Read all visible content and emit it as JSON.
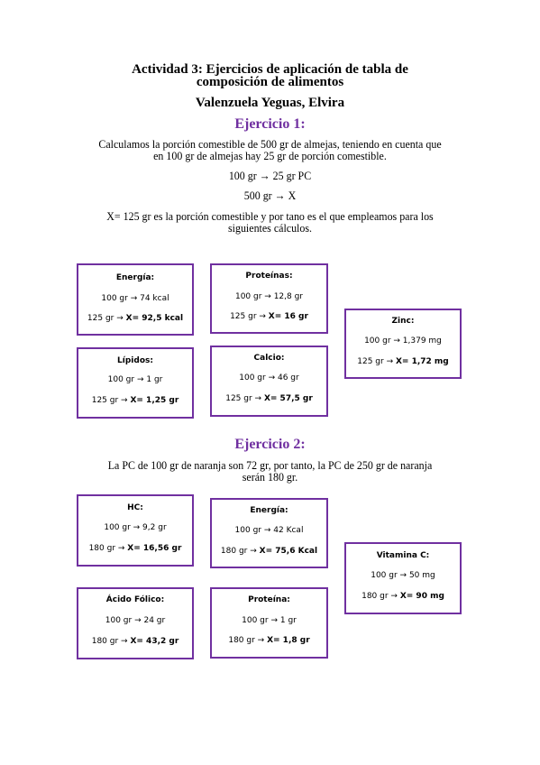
{
  "doc": {
    "title_line1": "Actividad 3: Ejercicios de aplicación de tabla de",
    "title_line2": "composición de alimentos",
    "author": "Valenzuela Yeguas, Elvira"
  },
  "ex1": {
    "heading": "Ejercicio 1:",
    "p1_line1": "Calculamos la porción comestible de 500 gr de almejas, teniendo en cuenta que",
    "p1_line2": "en 100 gr de almejas hay 25 gr de porción comestible.",
    "eq1": "100 gr → 25 gr PC",
    "eq2": "500 gr → X",
    "p2_line1": "X= 125 gr es la porción comestible y por tano es el que empleamos para los",
    "p2_line2": "siguientes cálculos.",
    "boxes": [
      {
        "title": "Energía:",
        "line1": "100 gr → 74 kcal",
        "line2_prefix": "125 gr → ",
        "line2_bold": "X= 92,5 kcal"
      },
      {
        "title": "Proteínas:",
        "line1": "100 gr → 12,8 gr",
        "line2_prefix": "125 gr → ",
        "line2_bold": "X= 16 gr"
      },
      {
        "title": "Zinc:",
        "line1": "100 gr → 1,379 mg",
        "line2_prefix": "125 gr → ",
        "line2_bold": "X= 1,72 mg"
      },
      {
        "title": "Lípidos:",
        "line1": "100 gr → 1 gr",
        "line2_prefix": "125 gr → ",
        "line2_bold": "X= 1,25 gr"
      },
      {
        "title": "Calcio:",
        "line1": "100 gr → 46 gr",
        "line2_prefix": "125 gr → ",
        "line2_bold": "X= 57,5 gr"
      }
    ]
  },
  "ex2": {
    "heading": "Ejercicio 2:",
    "p1_line1": "La PC de 100 gr de naranja son 72 gr, por tanto, la PC de 250 gr de naranja",
    "p1_line2": "serán 180 gr.",
    "boxes": [
      {
        "title": "HC:",
        "line1": "100 gr → 9,2 gr",
        "line2_prefix": "180 gr → ",
        "line2_bold": "X= 16,56 gr"
      },
      {
        "title": "Energía:",
        "line1": "100 gr → 42 Kcal",
        "line2_prefix": "180 gr → ",
        "line2_bold": "X= 75,6 Kcal"
      },
      {
        "title": "Vitamina C:",
        "line1": "100 gr → 50 mg",
        "line2_prefix": "180 gr → ",
        "line2_bold": "X= 90 mg"
      },
      {
        "title": "Ácido Fólico:",
        "line1": "100 gr → 24 gr",
        "line2_prefix": "180 gr → ",
        "line2_bold": "X= 43,2 gr"
      },
      {
        "title": "Proteína:",
        "line1": "100 gr → 1 gr",
        "line2_prefix": "180 gr → ",
        "line2_bold": "X= 1,8 gr"
      }
    ]
  },
  "colors": {
    "accent": "#7030a0"
  }
}
